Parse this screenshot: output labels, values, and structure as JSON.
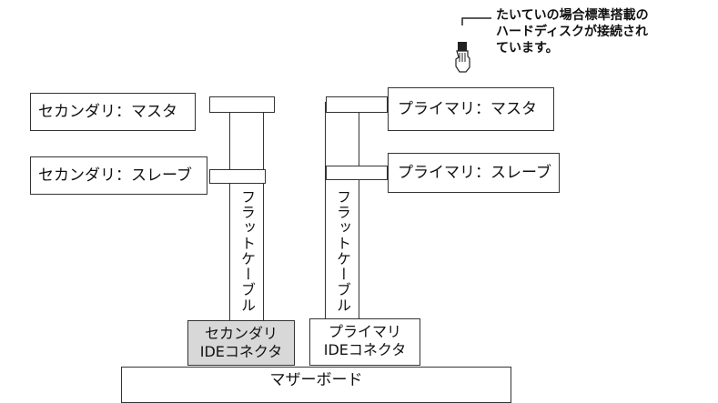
{
  "note": {
    "lines": [
      "たいていの場合標準搭載の",
      "ハードディスクが接続され",
      "ています。"
    ],
    "icon": "pointing-hand-icon"
  },
  "devices": {
    "secondary_master": "セカンダリ：マスタ",
    "secondary_slave": "セカンダリ：スレーブ",
    "primary_master": "プライマリ：マスタ",
    "primary_slave": "プライマリ：スレーブ"
  },
  "cables": {
    "secondary": "フラットケーブル",
    "primary": "フラットケーブル"
  },
  "connectors": {
    "secondary": [
      "セカンダリ",
      "IDEコネクタ"
    ],
    "primary": [
      "プライマリ",
      "IDEコネクタ"
    ],
    "secondary_fill": "#d8d8d8"
  },
  "motherboard": "マザーボード"
}
